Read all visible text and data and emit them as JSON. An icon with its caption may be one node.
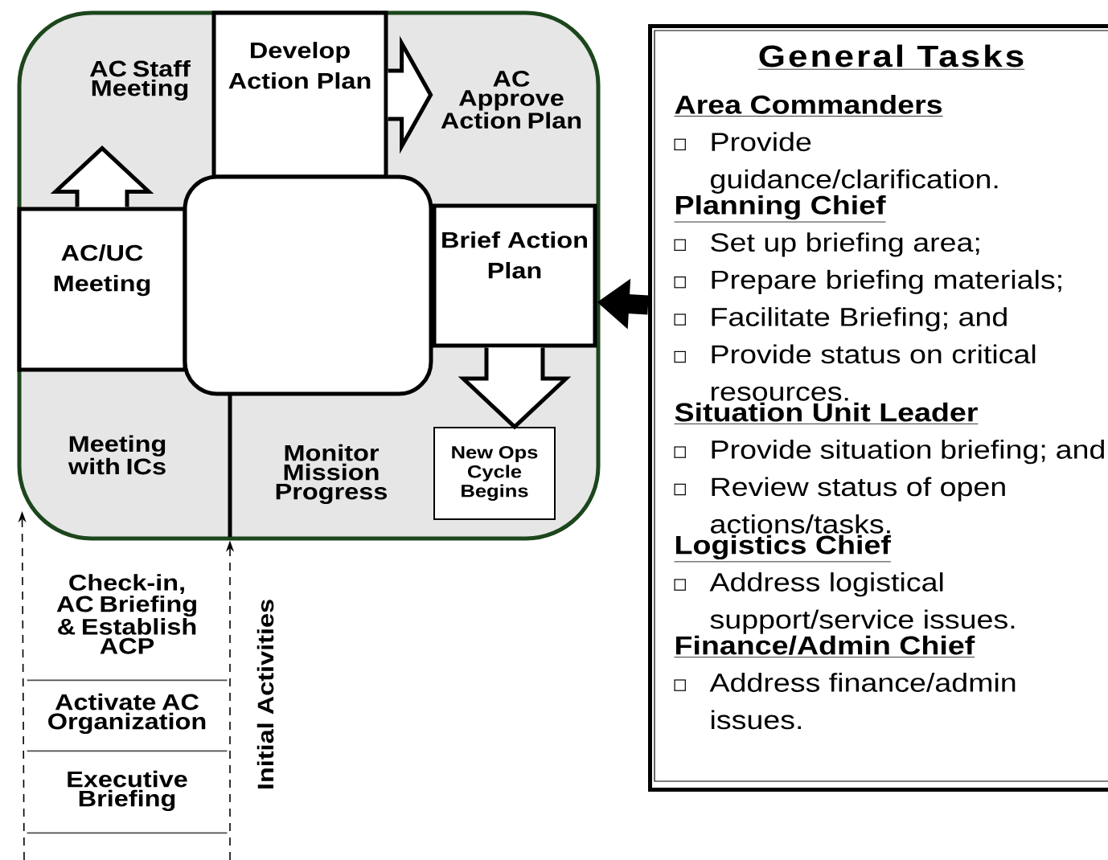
{
  "diagram": {
    "nodes": [
      {
        "text": [],
        "shape": "box"
      },
      {
        "text": [
          "AC Staff Meeting"
        ],
        "in": 0
      },
      {
        "text": [
          "Develop Action Plan"
        ],
        "in": 0
      },
      {
        "text": [
          "AC Approve Action Plan"
        ],
        "in": 0
      },
      {
        "text": [
          "AC/UC Meeting"
        ],
        "in": 0
      },
      {
        "text": [],
        "shape": "box",
        "in": 0
      },
      {
        "text": [
          "Brief Action Plan"
        ],
        "in": 0
      },
      {
        "text": [
          "Meeting with ICs"
        ],
        "in": 0
      },
      {
        "text": [
          "Monitor Mission Progress"
        ],
        "in": 0
      },
      {
        "text": [
          "New Ops Cycle Begins"
        ],
        "in": 0
      },
      {
        "text": [
          "Check-in, AC Briefing & Establish ACP"
        ]
      },
      {
        "text": [
          "Activate AC Organization"
        ]
      },
      {
        "text": [
          "Executive Briefing"
        ]
      },
      {
        "text": [
          "General Tasks",
          "Area Commanders",
          "Provide guidance/clarification.",
          "Planning Chief",
          "Set up briefing area;",
          "Prepare briefing materials;",
          "Facilitate Briefing; and",
          "Provide status on critical resources.",
          "Situation Unit Leader",
          "Provide situation briefing; and",
          "Review status of open actions/tasks.",
          "Logistics Chief",
          "Address logistical support/service issues.",
          "Finance/Admin Chief",
          "Address finance/admin issues."
        ]
      }
    ],
    "edges": [
      {
        "from": 4,
        "to": 1,
        "arrow": "to"
      },
      {
        "from": 2,
        "to": 3,
        "arrow": "to"
      },
      {
        "from": 6,
        "to": 9,
        "arrow": "to"
      },
      {
        "from": 13,
        "to": 6,
        "arrow": "to",
        "style": "thick"
      },
      {
        "from": null,
        "to": 0,
        "arrow": "to",
        "style": "dashed"
      },
      {
        "from": null,
        "to": 0,
        "arrow": "to",
        "style": "dashed"
      }
    ],
    "labels": [
      "Initial Activities"
    ]
  }
}
